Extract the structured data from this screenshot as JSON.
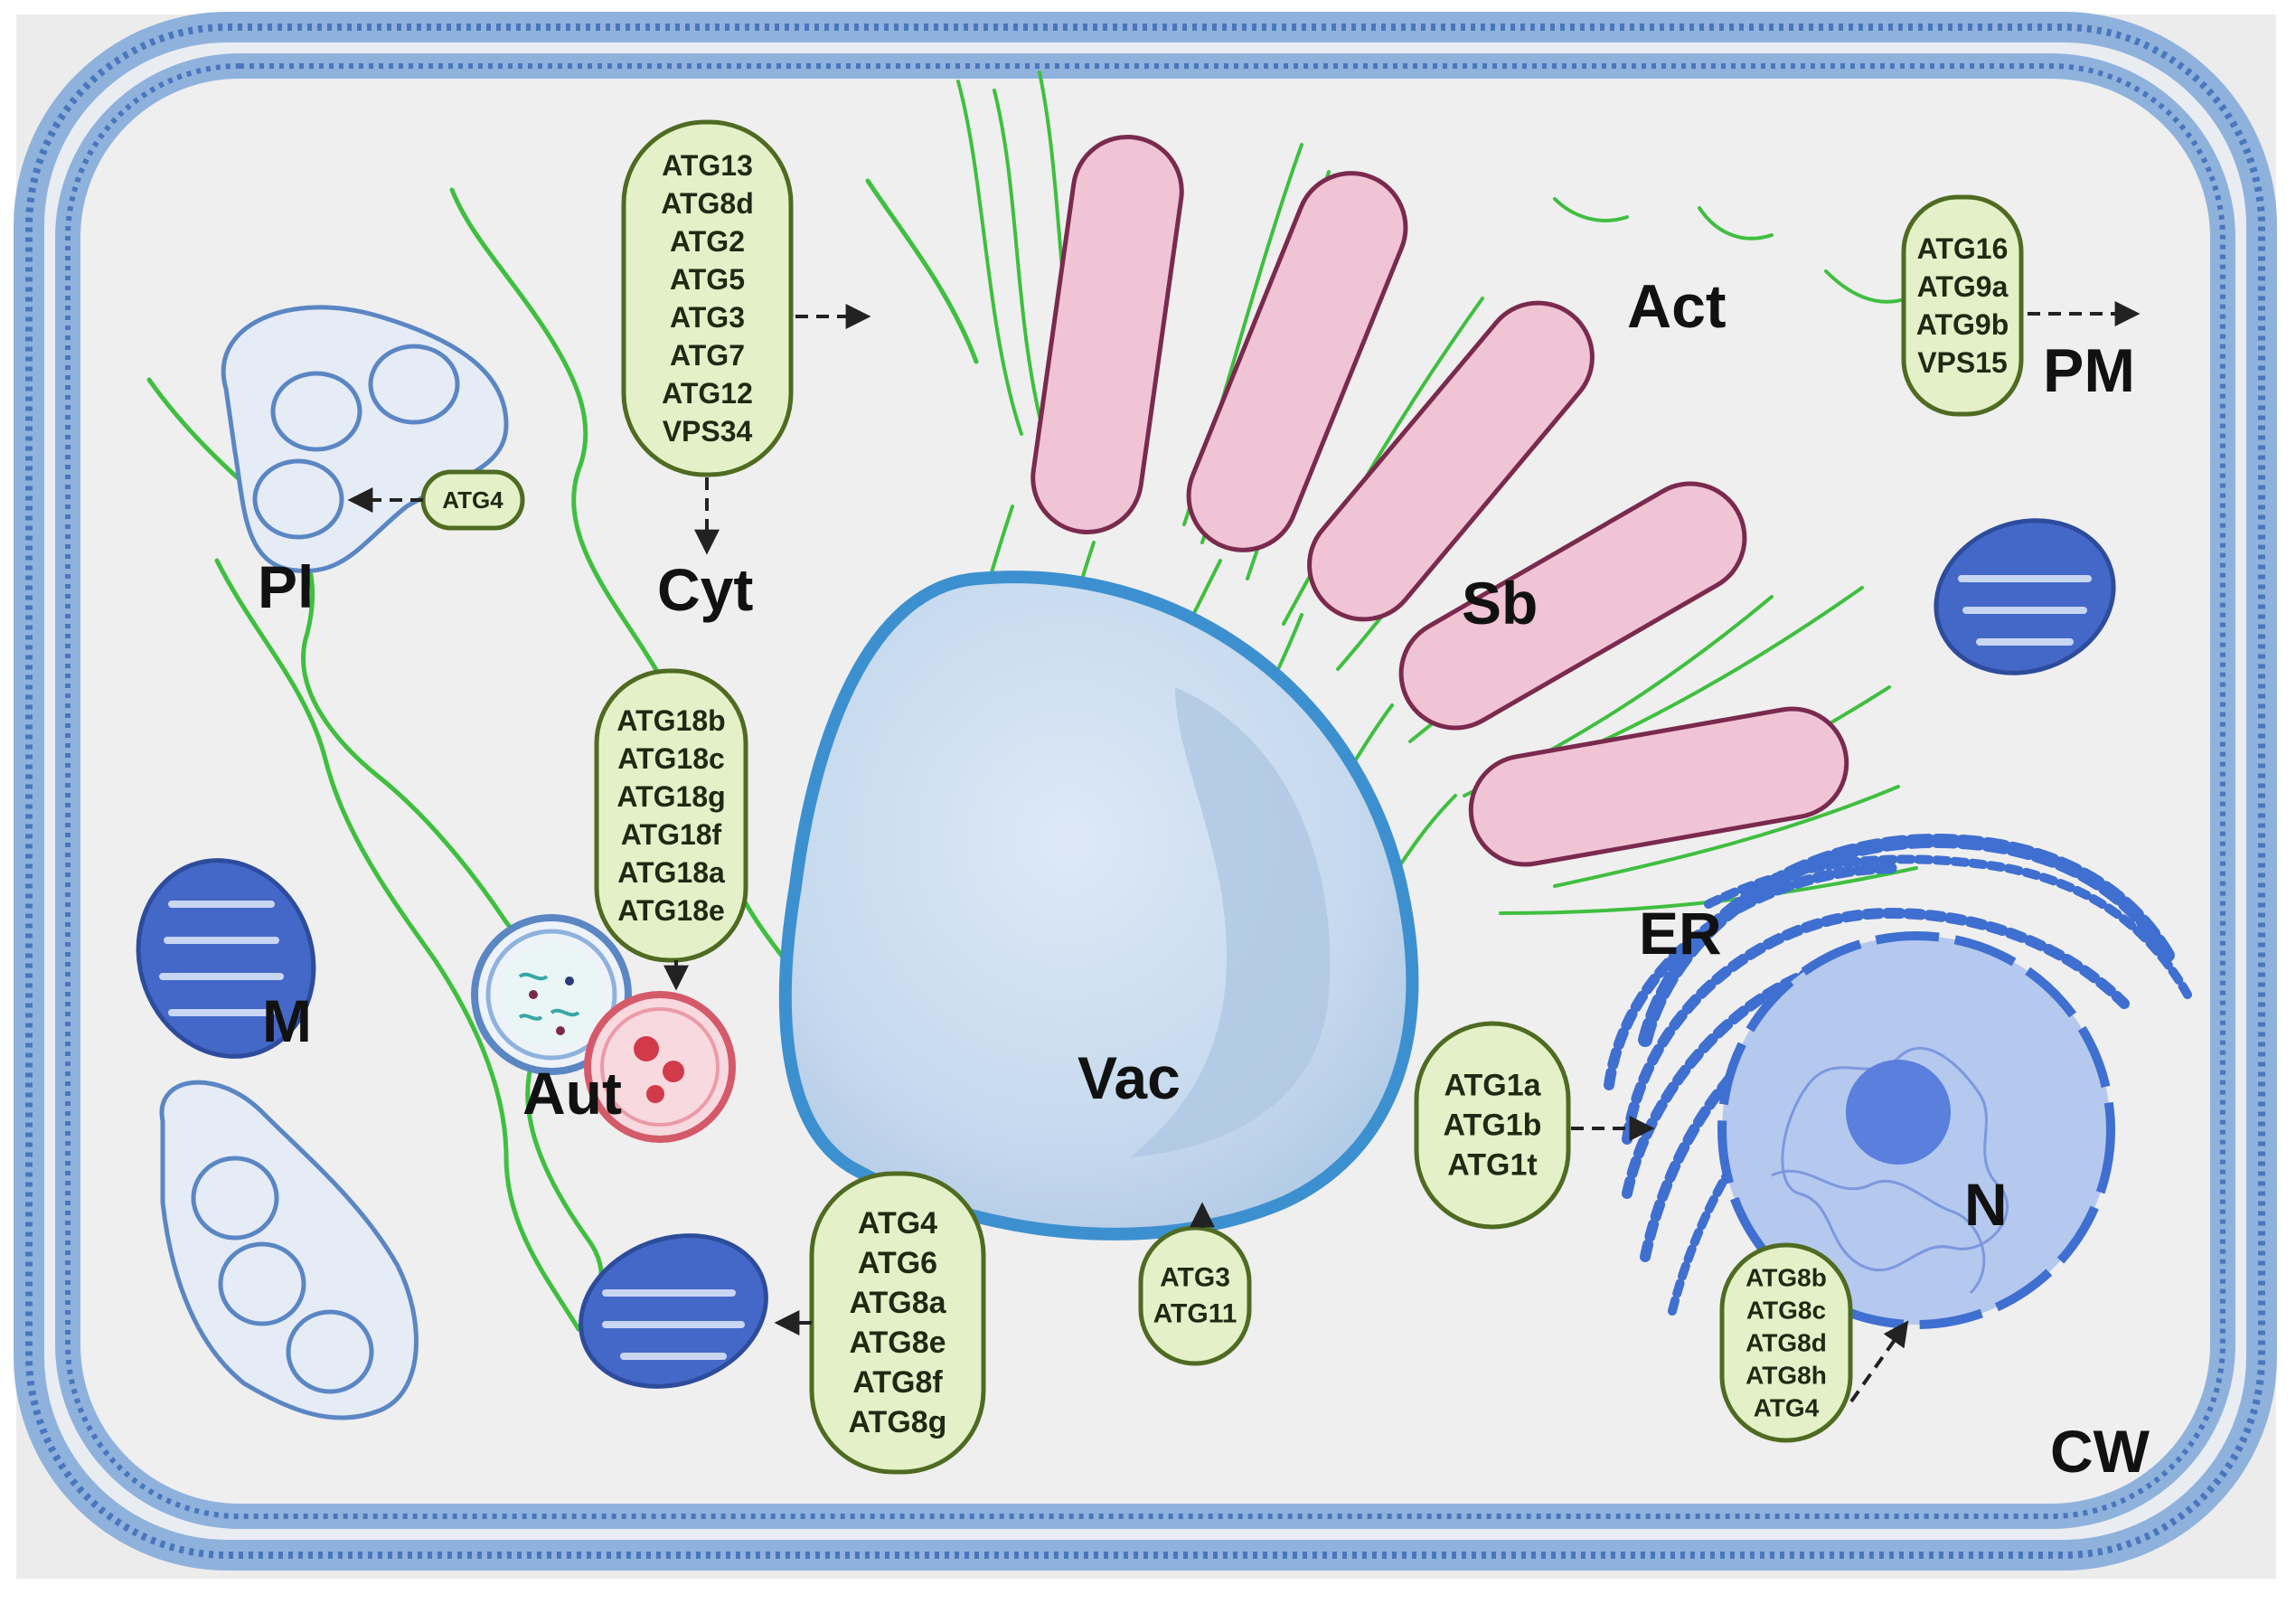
{
  "colors": {
    "background": "#ececec",
    "membrane": "#5b86c4",
    "box_fill": "#e4f1c8",
    "box_stroke": "#4f6b22",
    "actin": "#3fbf3f",
    "stack_fill": "#f0c4d4",
    "stack_stroke": "#7a2a4e",
    "vacuole_fill": "#c9dcef",
    "vacuole_stroke": "#3d90cf",
    "mito_fill": "#4468c8",
    "nucleolus": "#5a7fdc",
    "arrow": "#222222"
  },
  "labels": {
    "pl": "Pl",
    "cyt": "Cyt",
    "act": "Act",
    "pm": "PM",
    "sb": "Sb",
    "m": "M",
    "aut": "Aut",
    "vac": "Vac",
    "er": "ER",
    "n": "N",
    "cw": "CW"
  },
  "boxes": {
    "cyt": {
      "genes": [
        "ATG13",
        "ATG8d",
        "ATG2",
        "ATG5",
        "ATG3",
        "ATG7",
        "ATG12",
        "VPS34"
      ]
    },
    "pm": {
      "genes": [
        "ATG16",
        "ATG9a",
        "ATG9b",
        "VPS15"
      ]
    },
    "plastid": {
      "genes": [
        "ATG4"
      ]
    },
    "aut": {
      "genes": [
        "ATG18b",
        "ATG18c",
        "ATG18g",
        "ATG18f",
        "ATG18a",
        "ATG18e"
      ]
    },
    "er": {
      "genes": [
        "ATG1a",
        "ATG1b",
        "ATG1t"
      ]
    },
    "mito": {
      "genes": [
        "ATG4",
        "ATG6",
        "ATG8a",
        "ATG8e",
        "ATG8f",
        "ATG8g"
      ]
    },
    "vac": {
      "genes": [
        "ATG3",
        "ATG11"
      ]
    },
    "nucleus": {
      "genes": [
        "ATG8b",
        "ATG8c",
        "ATG8d",
        "ATG8h",
        "ATG4"
      ]
    }
  }
}
